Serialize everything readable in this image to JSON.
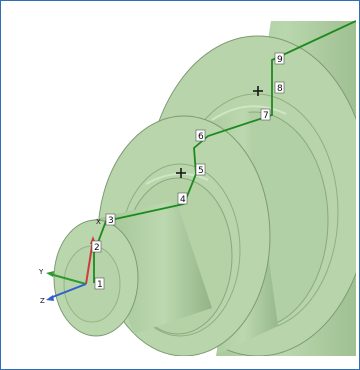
{
  "viewport": {
    "points": [
      {
        "id": "1",
        "label": "1"
      },
      {
        "id": "2",
        "label": "2"
      },
      {
        "id": "3",
        "label": "3"
      },
      {
        "id": "4",
        "label": "4"
      },
      {
        "id": "5",
        "label": "5"
      },
      {
        "id": "6",
        "label": "6"
      },
      {
        "id": "7",
        "label": "7"
      },
      {
        "id": "8",
        "label": "8"
      },
      {
        "id": "9",
        "label": "9"
      }
    ],
    "axes": {
      "x_label": "X",
      "y_label": "Y",
      "z_label": "Z"
    },
    "colors": {
      "model_fill": "#b8d4ad",
      "model_face_dark": "#9dbf90",
      "model_edge": "#7d9a72",
      "path_line": "#1e8a1e",
      "axis_x": "#d23b3b",
      "axis_y": "#2f9a2f",
      "axis_z": "#2f5fcf",
      "frame_border": "#2e6fb6"
    }
  }
}
